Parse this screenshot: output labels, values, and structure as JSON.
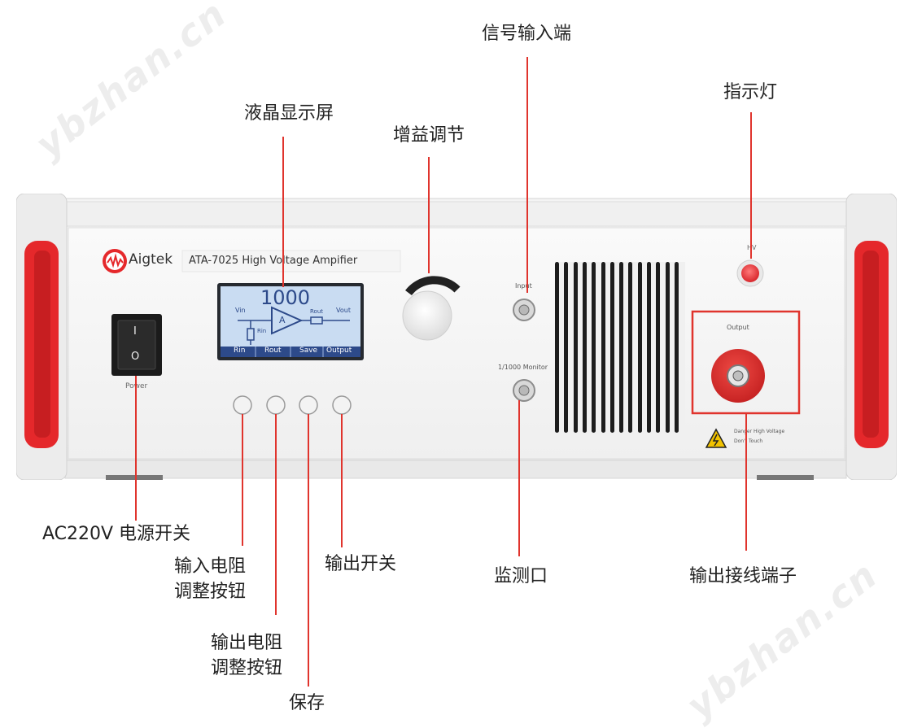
{
  "watermark": "ybzhan.cn",
  "device": {
    "brand": "Aigtek",
    "model": "ATA-7025  High  Voltage  Ampifier",
    "power_label": "Power",
    "switch_on": "I",
    "switch_off": "O",
    "input_label": "Input",
    "monitor_label": "1/1000 Monitor",
    "output_label": "Output",
    "warning_line1": "Danger High Voltage",
    "warning_line2": "Don't Touch",
    "led_label": "HV",
    "lcd": {
      "gain": "1000",
      "vin": "Vin",
      "vout": "Vout",
      "rin": "Rin",
      "rout": "Rout",
      "amp": "A",
      "menu": [
        "Rin",
        "Rout",
        "Save",
        "Output"
      ]
    }
  },
  "callouts": {
    "signal_input": "信号输入端",
    "indicator": "指示灯",
    "lcd_screen": "液晶显示屏",
    "gain_adjust": "增益调节",
    "power_switch": "AC220V 电源开关",
    "input_resistance_l1": "输入电阻",
    "input_resistance_l2": "调整按钮",
    "output_switch": "输出开关",
    "monitor_port": "监测口",
    "output_terminal": "输出接线端子",
    "output_resistance_l1": "输出电阻",
    "output_resistance_l2": "调整按钮",
    "save": "保存"
  },
  "colors": {
    "callout_line": "#e0342d",
    "handle": "#e5282b",
    "lcd_bg": "#c9dcf2",
    "lcd_bar": "#2d4a8a",
    "knob_ring": "#222222",
    "output_disc": "#d92e2e"
  }
}
